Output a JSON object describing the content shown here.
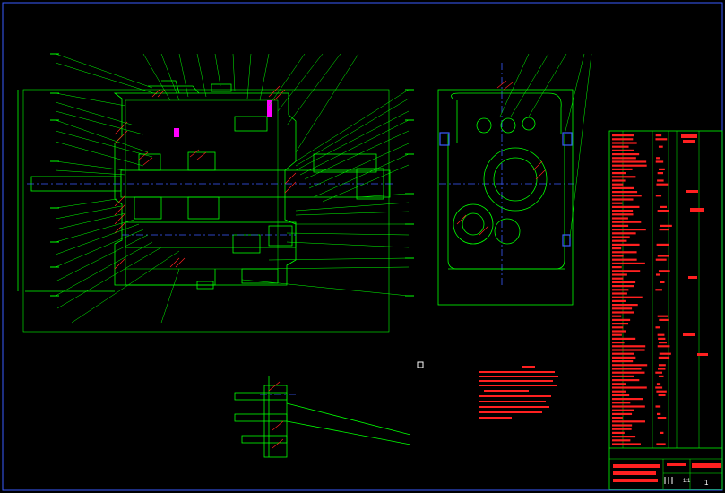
{
  "drawing": {
    "kind": "CAD assembly drawing (gearbox)",
    "background": "#000000",
    "colors": {
      "geometry": "#00ff00",
      "leader": "#00ff00",
      "center_line": "#3a5cff",
      "hatch": "#ff2020",
      "title_block": "#ff2020",
      "highlight": "#ff00ff",
      "frame": "#3a5cff",
      "text_white": "#ffffff"
    },
    "views": [
      "section-view-main",
      "side-view-gearbox",
      "detail-view-shift-rails"
    ],
    "title_block": {
      "sheet_number": "1",
      "sheet_label": "1:1"
    }
  }
}
